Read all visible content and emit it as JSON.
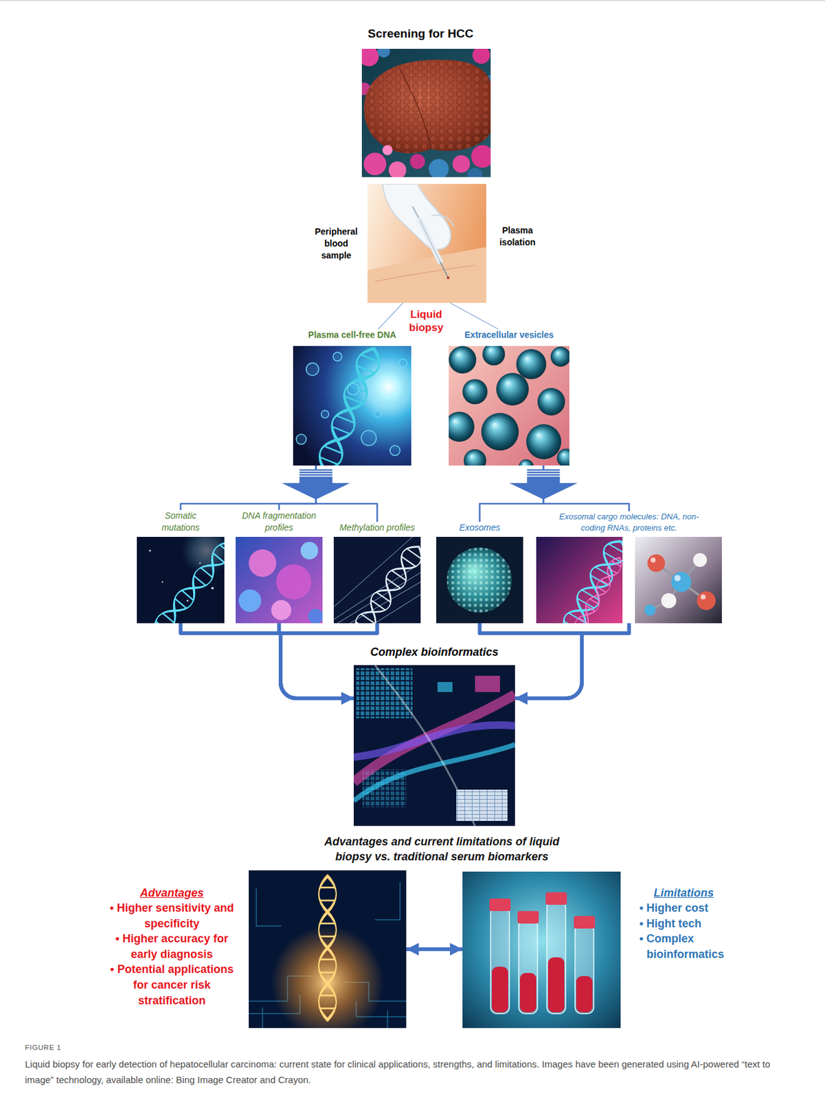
{
  "diagram": {
    "title": "Screening for HCC",
    "caption": "Liquid biopsy for early detection of hepatocellular carcinoma: current state for clinical applications, strengths, and limitations. Images have been generated using AI-powered “text to image” technology, available online: Bing Image Creator and Crayon.",
    "nodes": [
      {
        "text": [
          "Peripheral blood sample",
          "Plasma isolation"
        ]
      },
      {
        "text": [
          "Plasma cell-free DNA"
        ]
      },
      {
        "text": [
          "Extracellular vesicles"
        ]
      },
      {
        "text": [
          "Somatic mutations"
        ]
      },
      {
        "text": [
          "DNA fragmentation profiles"
        ]
      },
      {
        "text": [
          "Methylation profiles"
        ]
      },
      {
        "text": [
          "Exosomes"
        ]
      },
      {
        "text": [
          "Exosomal cargo molecules: DNA, non-coding RNAs, proteins etc."
        ]
      },
      {
        "text": [
          "Complex bioinformatics"
        ]
      },
      {
        "text": [
          "Advantages",
          "• Higher sensitivity and specificity",
          "• Higher accuracy for early diagnosis",
          "• Potential applications for cancer risk stratification"
        ]
      },
      {
        "text": [
          "Limitations",
          "• Higher cost",
          "• Hight tech",
          "• Complex bioinformatics"
        ]
      }
    ],
    "edges": [
      {
        "from": 0,
        "to": 1,
        "arrow": "none"
      },
      {
        "from": 0,
        "to": 2,
        "arrow": "none"
      },
      {
        "from": 1,
        "to": 3,
        "arrow": "to"
      },
      {
        "from": 1,
        "to": 4,
        "arrow": "to"
      },
      {
        "from": 1,
        "to": 5,
        "arrow": "to"
      },
      {
        "from": 2,
        "to": 6,
        "arrow": "to"
      },
      {
        "from": 2,
        "to": 7,
        "arrow": "to"
      },
      {
        "from": 3,
        "to": 8,
        "arrow": "to"
      },
      {
        "from": 4,
        "to": 8,
        "arrow": "to"
      },
      {
        "from": 5,
        "to": 8,
        "arrow": "to"
      },
      {
        "from": 6,
        "to": 8,
        "arrow": "to"
      },
      {
        "from": 7,
        "to": 8,
        "arrow": "to"
      },
      {
        "from": 9,
        "to": 10,
        "arrow": "both"
      }
    ],
    "labels": [
      "Liquid biopsy",
      "Advantages and current limitations of liquid biopsy vs. traditional serum biomarkers",
      "FIGURE 1"
    ]
  }
}
